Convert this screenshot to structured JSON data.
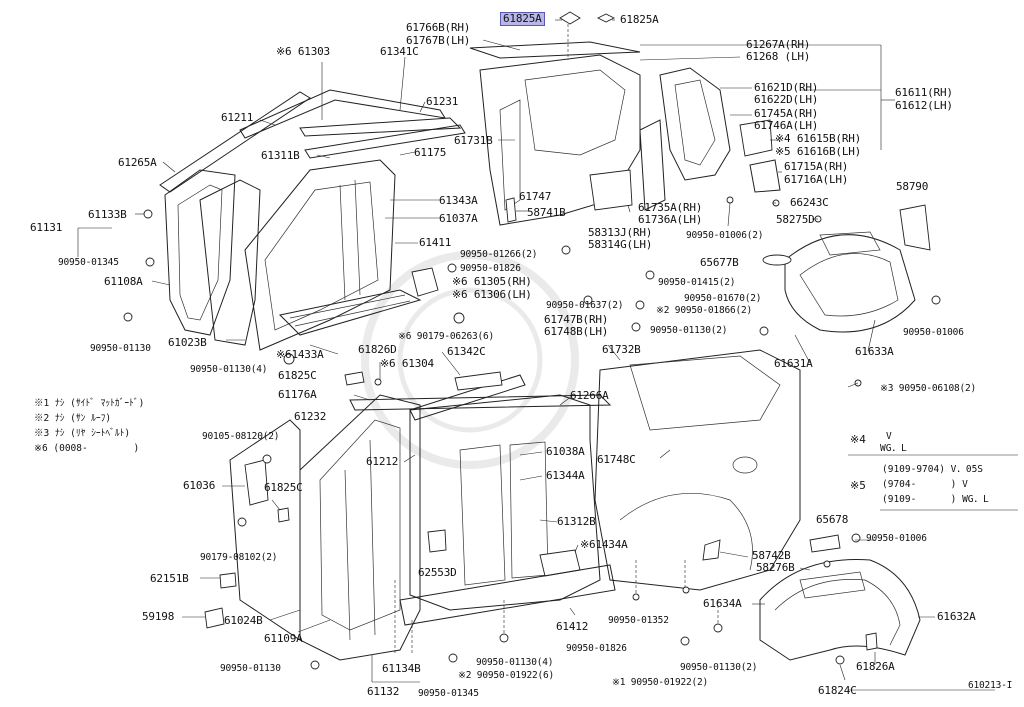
{
  "diagram_code": "610213-I",
  "highlight_part": "61825A",
  "labels": {
    "p61825A_hl": "61825A",
    "p61825A_b": "61825A",
    "p61766B": "61766B(RH)",
    "p61767B": "61767B(LH)",
    "p61267A": "61267A(RH)",
    "p61268": "61268  (LH)",
    "p61611": "61611(RH)",
    "p61612": "61612(LH)",
    "p61621D": "61621D(RH)",
    "p61622D": "61622D(LH)",
    "p61745A": "61745A(RH)",
    "p61746A": "61746A(LH)",
    "p61615B": "※4 61615B(RH)",
    "p61616B": "※5 61616B(LH)",
    "p61715A": "61715A(RH)",
    "p61716A": "61716A(LH)",
    "p66243C": "66243C",
    "p58275D": "58275D",
    "p58790": "58790",
    "p61303": "※6  61303",
    "p61341C": "61341C",
    "p61231": "61231",
    "p61211": "61211",
    "p61731B": "61731B",
    "p61311B": "61311B",
    "p61175": "61175",
    "p61265A": "61265A",
    "p61133B": "61133B",
    "p61131": "61131",
    "p61343A": "61343A",
    "p61037A": "61037A",
    "p61747": "61747",
    "p58741B": "58741B",
    "p61735A": "61735A(RH)",
    "p61736A": "61736A(LH)",
    "p90950_01006_2": "90950-01006(2)",
    "p90950_01345_a": "90950-01345",
    "p61411": "61411",
    "p90950_01266": "90950-01266(2)",
    "p58313J": "58313J(RH)",
    "p58314G": "58314G(LH)",
    "p65677B": "65677B",
    "p61108A": "61108A",
    "p90950_01826_a": "90950-01826",
    "p61305": "※6 61305(RH)",
    "p61306": "※6 61306(LH)",
    "p90950_01415": "90950-01415(2)",
    "p90950_01670": "90950-01670(2)",
    "p90950_01637": "90950-01637(2)",
    "p90950_01866": "※2 90950-01866(2)",
    "p61747B": "61747B(RH)",
    "p61748B": "61748B(LH)",
    "p90950_01130_2a": "90950-01130(2)",
    "p90950_01006_b": "90950-01006",
    "p90950_01130_a": "90950-01130",
    "p61023B": "61023B",
    "p90179_06263": "※6 90179-06263(6)",
    "p61433A": "※61433A",
    "p61826D": "61826D",
    "p61342C": "61342C",
    "p61732B": "61732B",
    "p90950_01130_4a": "90950-01130(4)",
    "p61631A": "61631A",
    "p61633A": "61633A",
    "p61825C_a": "61825C",
    "p61304": "※6 61304",
    "p61176A": "61176A",
    "p90950_06108": "※3 90950-06108(2)",
    "p61266A": "61266A",
    "p61232": "61232",
    "p90105_08120": "90105-08120(2)",
    "p61038A": "61038A",
    "p61212": "61212",
    "p61748C": "61748C",
    "p61344A": "61344A",
    "p61036": "61036",
    "p61825C_b": "61825C",
    "p61312B": "61312B",
    "p65678": "65678",
    "p90950_01006_c": "90950-01006",
    "p61434A": "※61434A",
    "p58742B": "58742B",
    "p58276B": "58276B",
    "p90179_08102": "90179-08102(2)",
    "p62553D": "62553D",
    "p62151B": "62151B",
    "p61634A": "61634A",
    "p61632A": "61632A",
    "p59198": "59198",
    "p61024B": "61024B",
    "p90950_01352": "90950-01352",
    "p61412": "61412",
    "p61109A": "61109A",
    "p90950_01826_b": "90950-01826",
    "p61826A": "61826A",
    "p90950_01130_b": "90950-01130",
    "p61134B": "61134B",
    "p90950_01130_4b": "90950-01130(4)",
    "p90950_01922_6": "※2 90950-01922(6)",
    "p90950_01130_2b": "90950-01130(2)",
    "p61132": "61132",
    "p90950_01345_b": "90950-01345",
    "p90950_01922_2": "※1 90950-01922(2)",
    "p61824C": "61824C"
  },
  "notes_left": [
    "※1 ﾅｼ (ｻｲﾄﾞ ﾏｯﾄｶﾞｰﾄﾞ)",
    "※2 ﾅｼ (ｻﾝ ﾙｰﾌ)",
    "※3 ﾅｼ (ﾘﾔ ｼｰﾄﾍﾞﾙﾄ)",
    "※6 (0008-        )"
  ],
  "notes_right": {
    "n4_mark": "※4",
    "n4_line1": "V",
    "n4_line2": "WG．L",
    "n5_mark": "※5",
    "n5_rows": [
      "(9109-9704) V．05S",
      "(9704-      ) V",
      "(9109-      ) WG．L"
    ]
  }
}
